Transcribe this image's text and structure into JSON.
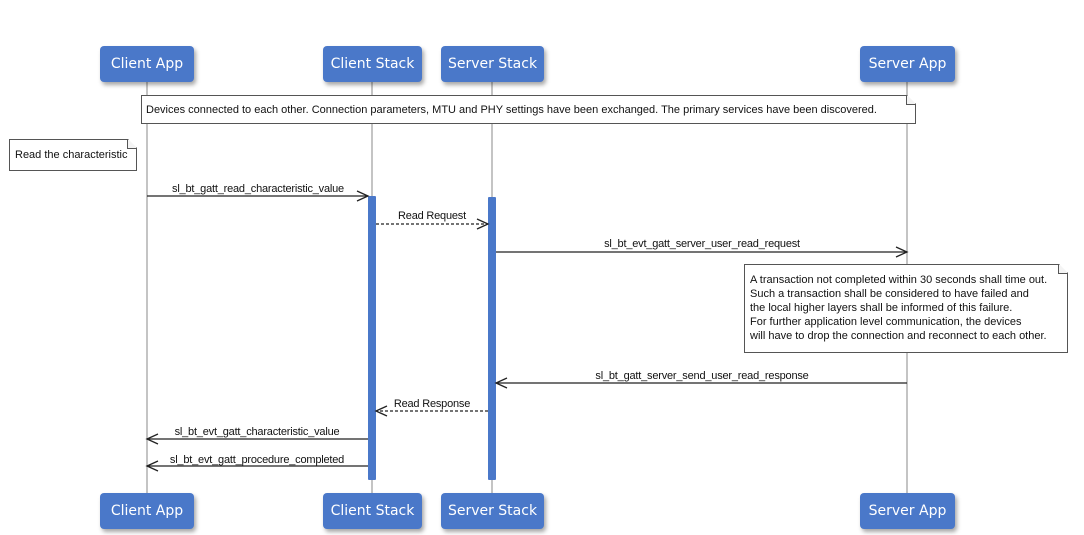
{
  "participants": [
    {
      "id": "client_app",
      "label": "Client App"
    },
    {
      "id": "client_stack",
      "label": "Client Stack"
    },
    {
      "id": "server_stack",
      "label": "Server Stack"
    },
    {
      "id": "server_app",
      "label": "Server App"
    }
  ],
  "notes": {
    "connected": "Devices connected to each other. Connection parameters, MTU and PHY settings have been exchanged. The primary services have been discovered.",
    "read_char": "Read the characteristic",
    "timeout": [
      "A transaction not completed within 30 seconds shall time out.",
      "Such a transaction shall be considered to have failed and",
      "the local higher layers shall be informed of this failure.",
      "For further application level communication, the devices",
      "will have to drop the connection and reconnect to each other."
    ]
  },
  "messages": [
    {
      "id": "read_char_value",
      "label": "sl_bt_gatt_read_characteristic_value",
      "from": "client_app",
      "to": "client_stack",
      "style": "solid"
    },
    {
      "id": "read_request",
      "label": "Read Request",
      "from": "client_stack",
      "to": "server_stack",
      "style": "dashed"
    },
    {
      "id": "server_user_read_request",
      "label": "sl_bt_evt_gatt_server_user_read_request",
      "from": "server_stack",
      "to": "server_app",
      "style": "solid"
    },
    {
      "id": "send_user_read_response",
      "label": "sl_bt_gatt_server_send_user_read_response",
      "from": "server_app",
      "to": "server_stack",
      "style": "solid"
    },
    {
      "id": "read_response",
      "label": "Read Response",
      "from": "server_stack",
      "to": "client_stack",
      "style": "dashed"
    },
    {
      "id": "evt_char_value",
      "label": "sl_bt_evt_gatt_characteristic_value",
      "from": "client_stack",
      "to": "client_app",
      "style": "solid"
    },
    {
      "id": "evt_procedure_completed",
      "label": "sl_bt_evt_gatt_procedure_completed",
      "from": "client_stack",
      "to": "client_app",
      "style": "solid"
    }
  ],
  "colors": {
    "participant_fill": "#4a78c9",
    "activation_bar": "#4a78c9",
    "lifeline": "#888888",
    "arrow": "#222222"
  }
}
